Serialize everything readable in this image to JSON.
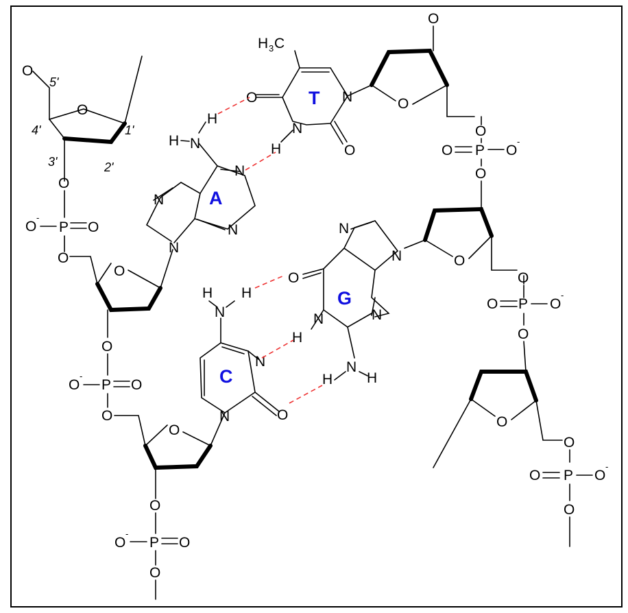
{
  "colors": {
    "base_label": "#1010e0",
    "hbond": "#ee3333",
    "ink": "#000000",
    "frame_border": "#000000"
  },
  "bases": {
    "adenine": "A",
    "thymine": "T",
    "guanine": "G",
    "cytosine": "C"
  },
  "carbon_numbers": {
    "c5": "5'",
    "c4": "4'",
    "c3": "3'",
    "c2": "2'",
    "c1": "1'"
  },
  "atoms": {
    "oxygen": "O",
    "phosphorus": "P",
    "nitrogen": "N",
    "hydrogen": "H",
    "oxygen_minus": "O",
    "charge_minus": "-",
    "methyl_h": "H",
    "methyl_sub": "3",
    "methyl_c": "C"
  }
}
